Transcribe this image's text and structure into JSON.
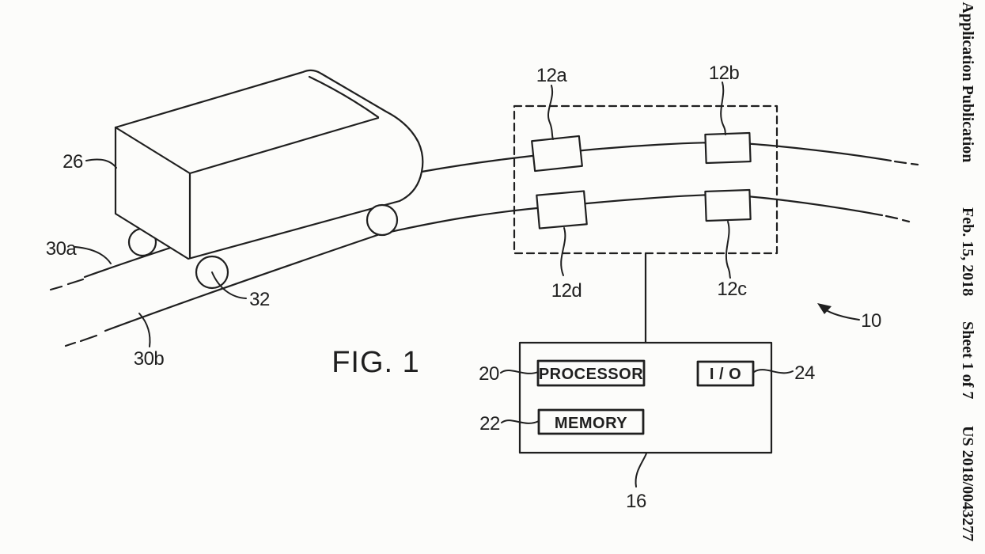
{
  "colors": {
    "background": "#fcfcfa",
    "ink": "#1f1f1f"
  },
  "header": {
    "publication": "t Application Publication",
    "date": "Feb. 15, 2018",
    "sheet": "Sheet 1 of 7",
    "pub_number": "US 2018/0043277"
  },
  "figure": {
    "caption": "FIG. 1",
    "refs": {
      "r10": "10",
      "r12a": "12a",
      "r12b": "12b",
      "r12c": "12c",
      "r12d": "12d",
      "r16": "16",
      "r20": "20",
      "r22": "22",
      "r24": "24",
      "r26": "26",
      "r30a": "30a",
      "r30b": "30b",
      "r32": "32"
    },
    "controller_blocks": {
      "processor": "PROCESSOR",
      "memory": "MEMORY",
      "io": "I / O"
    }
  }
}
